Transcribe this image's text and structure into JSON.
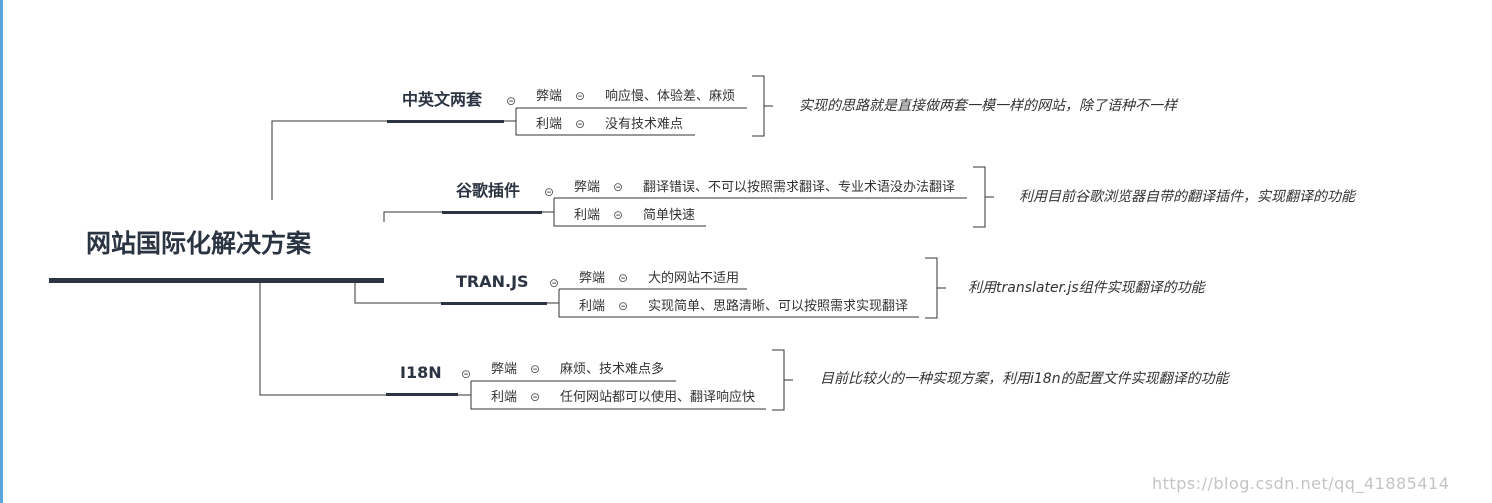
{
  "root": {
    "title": "网站国际化解决方案"
  },
  "branches": [
    {
      "name": "中英文两套",
      "cons_label": "弊端",
      "cons": "响应慢、体验差、麻烦",
      "pros_label": "利端",
      "pros": "没有技术难点",
      "note": "实现的思路就是直接做两套一模一样的网站，除了语种不一样"
    },
    {
      "name": "谷歌插件",
      "cons_label": "弊端",
      "cons": "翻译错误、不可以按照需求翻译、专业术语没办法翻译",
      "pros_label": "利端",
      "pros": "简单快速",
      "note": "利用目前谷歌浏览器自带的翻译插件，实现翻译的功能"
    },
    {
      "name": "TRAN.JS",
      "cons_label": "弊端",
      "cons": "大的网站不适用",
      "pros_label": "利端",
      "pros": "实现简单、思路清晰、可以按照需求实现翻译",
      "note": "利用translater.js组件实现翻译的功能"
    },
    {
      "name": "I18N",
      "cons_label": "弊端",
      "cons": "麻烦、技术难点多",
      "pros_label": "利端",
      "pros": "任何网站都可以使用、翻译响应快",
      "note": "目前比较火的一种实现方案，利用i18n的配置文件实现翻译的功能"
    }
  ],
  "toggle_symbol": "⊝",
  "watermark": "https://blog.csdn.net/qq_41885414",
  "colors": {
    "node_bar": "#2b3442",
    "line": "#333333",
    "accent_edge": "#5aa7e0"
  }
}
